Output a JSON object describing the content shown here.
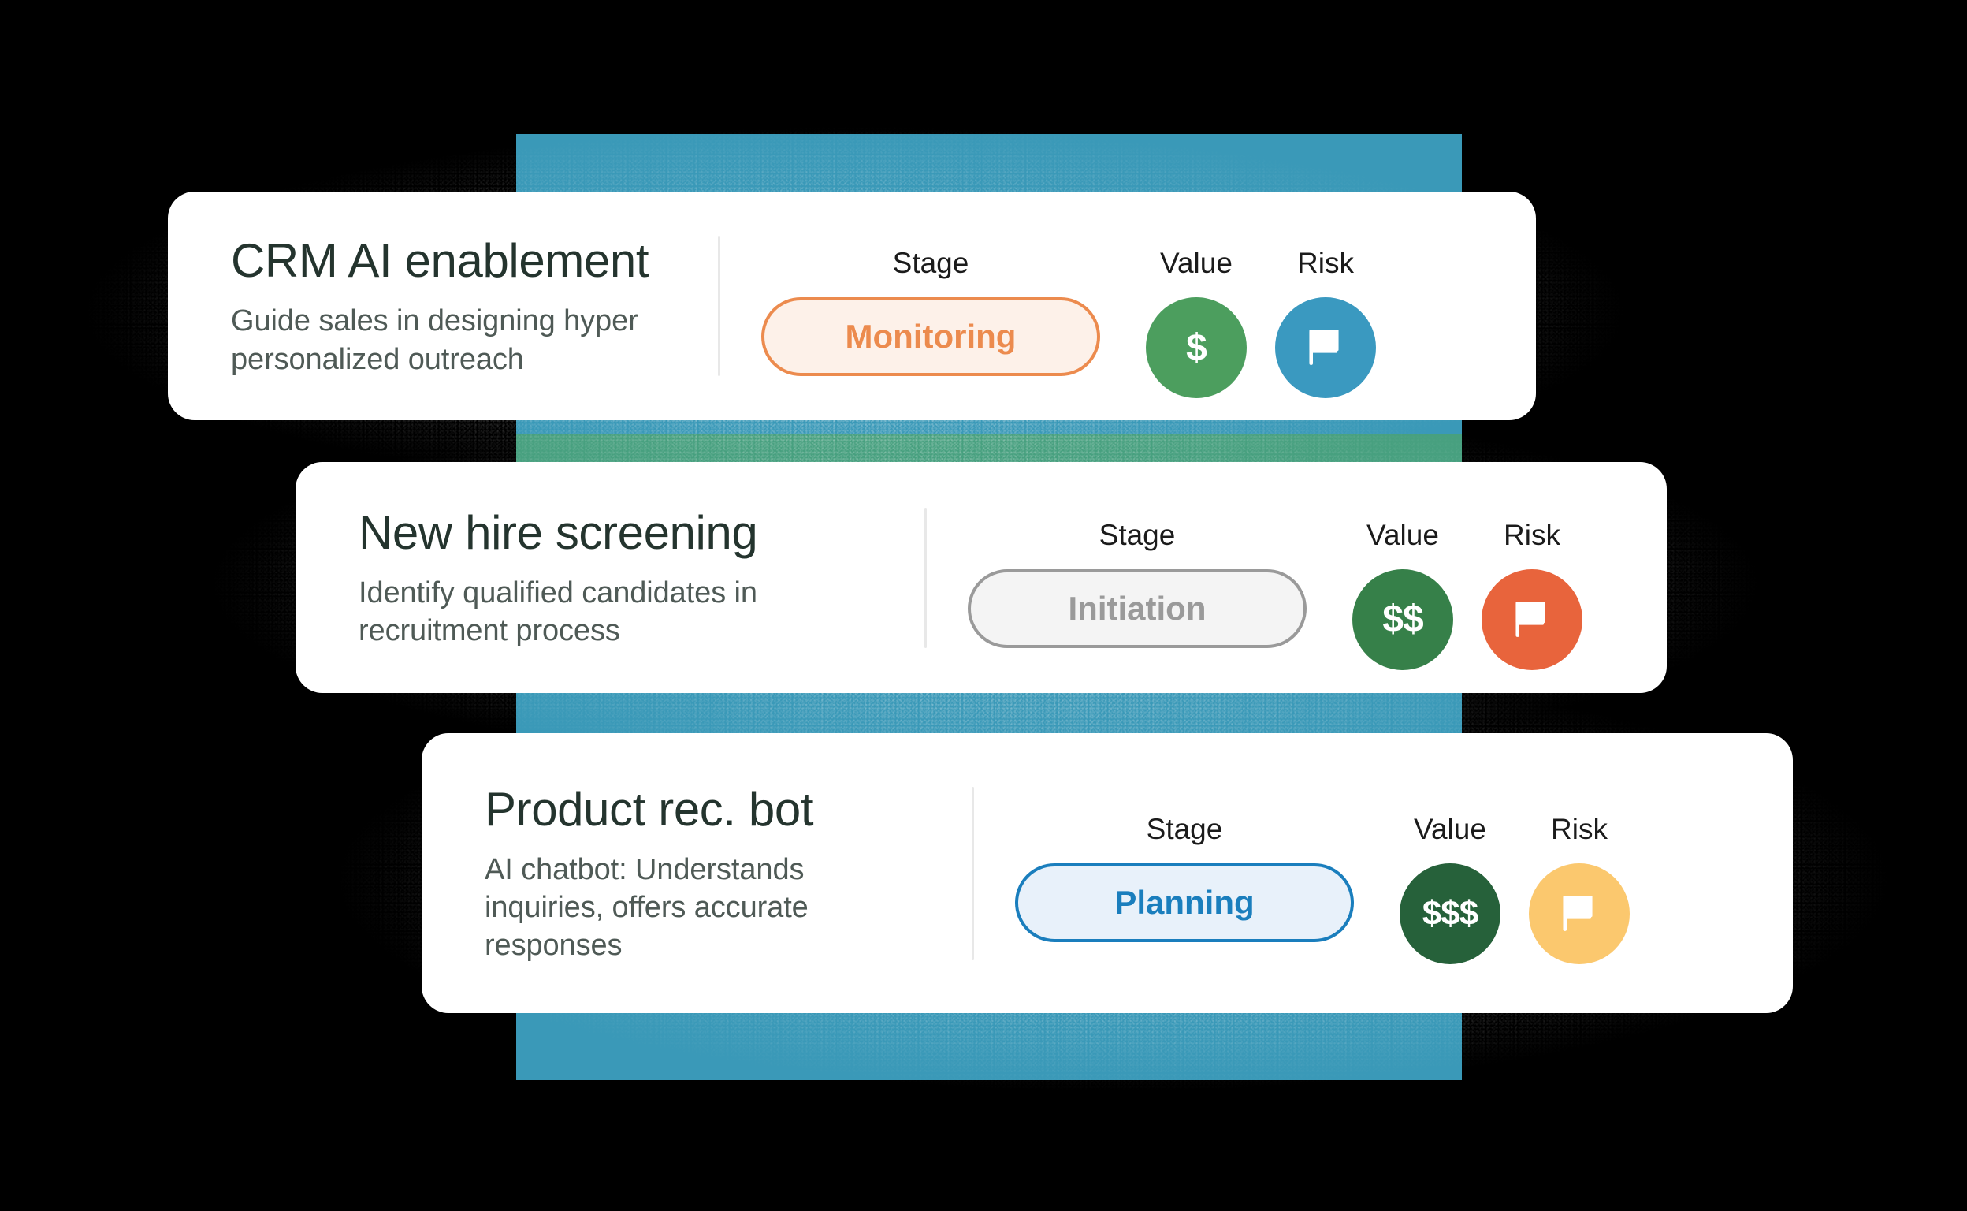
{
  "theme": {
    "background": "#000000",
    "band_blue": "#3a99b8",
    "band_green": "#47a07f",
    "card_background": "#ffffff",
    "title_color": "#24342e",
    "description_color": "#4f5a56",
    "label_color": "#1b1b1b",
    "divider_color": "#e8e8e8"
  },
  "column_labels": {
    "stage": "Stage",
    "value": "Value",
    "risk": "Risk"
  },
  "cards": [
    {
      "id": "crm-ai-enablement",
      "title": "CRM AI enablement",
      "description": "Guide sales in designing hyper personalized outreach",
      "stage": {
        "label": "Monitoring",
        "text_color": "#ec8b4e",
        "border_color": "#ec8b4e",
        "fill_color": "#fdf1e9"
      },
      "value": {
        "label": "$",
        "level": 1,
        "circle_color": "#4c9e5e",
        "icon_name": "dollar-sign"
      },
      "risk": {
        "level": "low",
        "circle_color": "#3a99c0",
        "icon_name": "flag-icon"
      }
    },
    {
      "id": "new-hire-screening",
      "title": "New hire screening",
      "description": "Identify qualified candidates in recruitment process",
      "stage": {
        "label": "Initiation",
        "text_color": "#9a9a9a",
        "border_color": "#9a9a9a",
        "fill_color": "#f4f4f4"
      },
      "value": {
        "label": "$$",
        "level": 2,
        "circle_color": "#368049",
        "icon_name": "dollar-sign"
      },
      "risk": {
        "level": "high",
        "circle_color": "#e8643c",
        "icon_name": "flag-icon"
      }
    },
    {
      "id": "product-rec-bot",
      "title": "Product rec. bot",
      "description": "AI chatbot: Understands inquiries, offers accurate responses",
      "stage": {
        "label": "Planning",
        "text_color": "#1a7ebd",
        "border_color": "#1a7ebd",
        "fill_color": "#e8f1fa"
      },
      "value": {
        "label": "$$$",
        "level": 3,
        "circle_color": "#26613a",
        "icon_name": "dollar-sign"
      },
      "risk": {
        "level": "medium",
        "circle_color": "#fbc86e",
        "icon_name": "flag-icon"
      }
    }
  ]
}
